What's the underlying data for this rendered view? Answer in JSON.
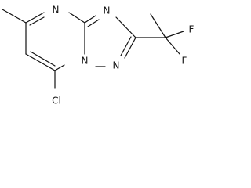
{
  "molecule": {
    "atoms": {
      "n_pyrimidine_top": "N",
      "n_triazole_top": "N",
      "n_triazole_bottom": "N",
      "n_bridge": "N",
      "cl": "Cl",
      "f_upper": "F",
      "f_lower": "F"
    }
  }
}
